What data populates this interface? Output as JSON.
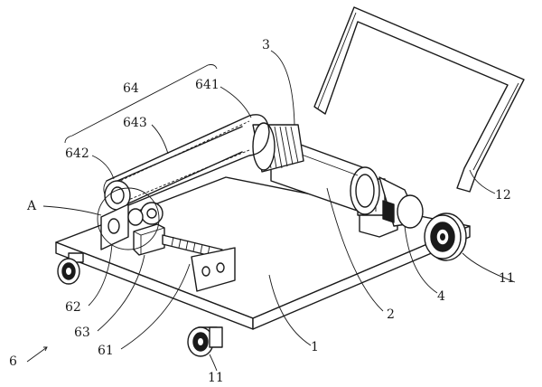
{
  "labels": {
    "l1": "1",
    "l2": "2",
    "l3": "3",
    "l4": "4",
    "l6": "6",
    "l11a": "11",
    "l11b": "11",
    "l12": "12",
    "l61": "61",
    "l62": "62",
    "l63": "63",
    "l64": "64",
    "l641": "641",
    "l642": "642",
    "l643": "643",
    "lA": "A"
  }
}
